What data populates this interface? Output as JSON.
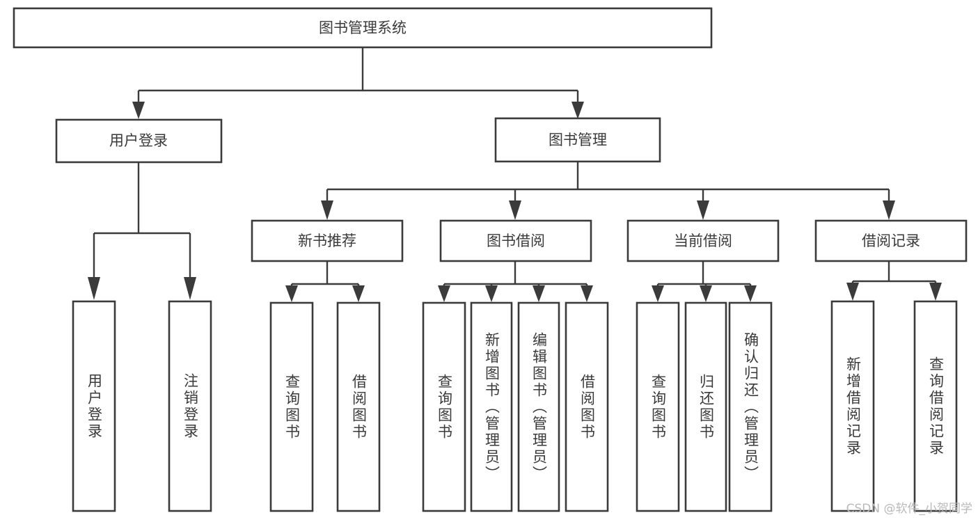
{
  "diagram": {
    "title": "图书管理系统",
    "watermark": "CSDN @软件_小贺同学",
    "type": "tree-hierarchy-chart",
    "orientation": "top-down",
    "colors": {
      "background": "#ffffff",
      "box_border": "#3b3b3b",
      "box_fill": "#ffffff",
      "connector": "#3b3b3b",
      "text": "#3a3a3a",
      "watermark": "#b9b9b9"
    },
    "root": {
      "id": "root",
      "label": "图书管理系统",
      "text_orientation": "horizontal"
    },
    "level1": [
      {
        "id": "user-login",
        "label": "用户登录",
        "text_orientation": "horizontal"
      },
      {
        "id": "book-management",
        "label": "图书管理",
        "text_orientation": "horizontal"
      }
    ],
    "level2": [
      {
        "id": "new-book-recommend",
        "label": "新书推荐",
        "parent": "book-management",
        "text_orientation": "horizontal"
      },
      {
        "id": "book-borrow",
        "label": "图书借阅",
        "parent": "book-management",
        "text_orientation": "horizontal"
      },
      {
        "id": "current-borrow",
        "label": "当前借阅",
        "parent": "book-management",
        "text_orientation": "horizontal"
      },
      {
        "id": "borrow-records",
        "label": "借阅记录",
        "parent": "book-management",
        "text_orientation": "horizontal"
      }
    ],
    "leaves": [
      {
        "id": "leaf-user-login",
        "label": "用户登录",
        "parent": "user-login",
        "text_orientation": "vertical"
      },
      {
        "id": "leaf-user-logout",
        "label": "注销登录",
        "parent": "user-login",
        "text_orientation": "vertical"
      },
      {
        "id": "leaf-query-book-1",
        "label": "查询图书",
        "parent": "new-book-recommend",
        "text_orientation": "vertical"
      },
      {
        "id": "leaf-borrow-book-1",
        "label": "借阅图书",
        "parent": "new-book-recommend",
        "text_orientation": "vertical"
      },
      {
        "id": "leaf-query-book-2",
        "label": "查询图书",
        "parent": "book-borrow",
        "text_orientation": "vertical"
      },
      {
        "id": "leaf-add-book",
        "label": "新增图书（管理员）",
        "parent": "book-borrow",
        "text_orientation": "vertical"
      },
      {
        "id": "leaf-edit-book",
        "label": "编辑图书（管理员）",
        "parent": "book-borrow",
        "text_orientation": "vertical"
      },
      {
        "id": "leaf-borrow-book-2",
        "label": "借阅图书",
        "parent": "book-borrow",
        "text_orientation": "vertical"
      },
      {
        "id": "leaf-query-book-3",
        "label": "查询图书",
        "parent": "current-borrow",
        "text_orientation": "vertical"
      },
      {
        "id": "leaf-return-book",
        "label": "归还图书",
        "parent": "current-borrow",
        "text_orientation": "vertical"
      },
      {
        "id": "leaf-confirm-return",
        "label": "确认归还（管理员）",
        "parent": "current-borrow",
        "text_orientation": "vertical"
      },
      {
        "id": "leaf-add-record",
        "label": "新增借阅记录",
        "parent": "borrow-records",
        "text_orientation": "vertical"
      },
      {
        "id": "leaf-query-record",
        "label": "查询借阅记录",
        "parent": "borrow-records",
        "text_orientation": "vertical"
      }
    ]
  }
}
